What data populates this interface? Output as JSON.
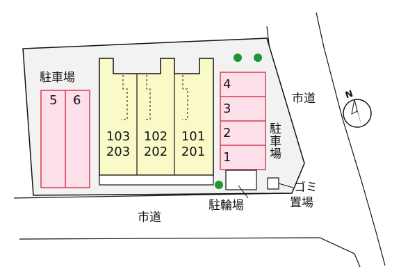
{
  "labels": {
    "road_north_east": "市道",
    "road_south": "市道",
    "parking_left": "駐車場",
    "parking_right": "駐車場",
    "bicycle_parking": "駐輪場",
    "garbage_area_line1": "ゴミ",
    "garbage_area_line2": "置場",
    "north_marker": "N"
  },
  "parking_left_spaces": [
    "5",
    "6"
  ],
  "parking_right_spaces": [
    "4",
    "3",
    "2",
    "1"
  ],
  "units": [
    {
      "upper": "103",
      "lower": "203"
    },
    {
      "upper": "102",
      "lower": "202"
    },
    {
      "upper": "101",
      "lower": "201"
    }
  ],
  "colors": {
    "lot": "#f2f2f2",
    "building": "#fafac8",
    "parking_fill": "#fde0ea",
    "parking_stroke": "#d83c50",
    "tree": "#1e9632",
    "line": "#111111"
  }
}
